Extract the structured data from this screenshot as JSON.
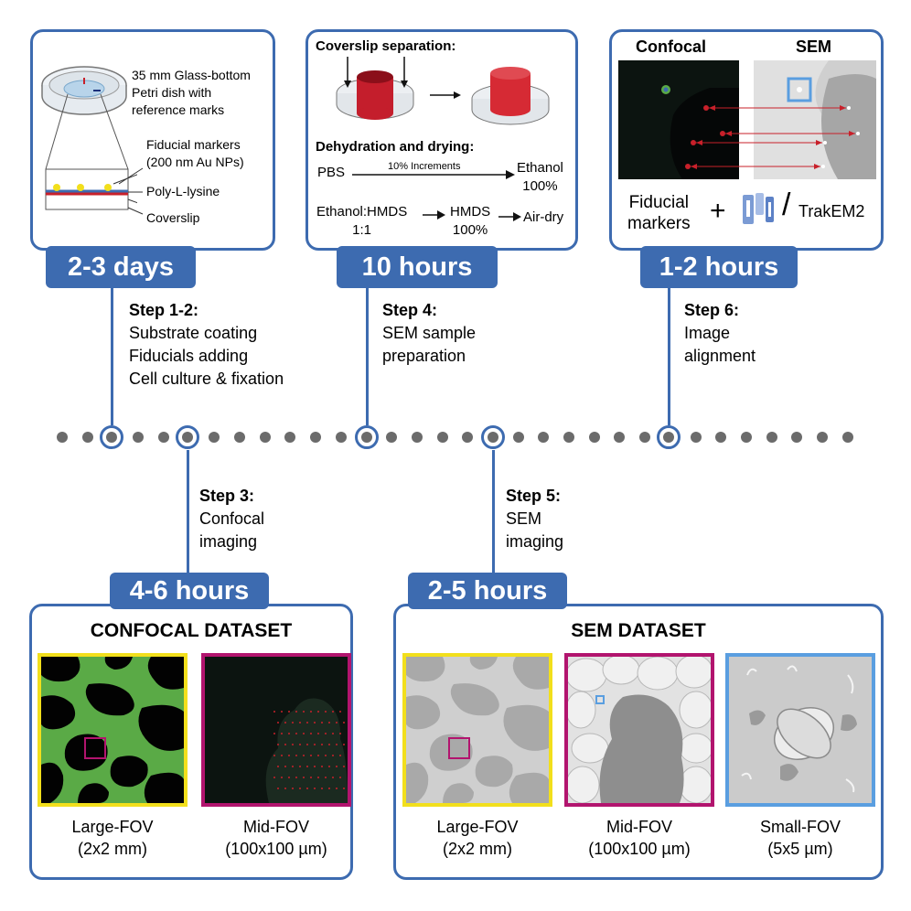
{
  "top_boxes": {
    "box1": {
      "dish_label": "35 mm Glass-bottom\nPetri dish with\nreference marks",
      "fiducial_label": "Fiducial markers\n(200 nm Au NPs)",
      "polylysine_label": "Poly-L-lysine",
      "coverslip_label": "Coverslip",
      "duration": "2-3 days"
    },
    "box2": {
      "separation_title": "Coverslip separation:",
      "dehydration_title": "Dehydration and drying:",
      "pbs": "PBS",
      "increments": "10% Increments",
      "ethanol": "Ethanol\n100%",
      "ethanol_hmds": "Ethanol:HMDS\n1:1",
      "hmds": "HMDS\n100%",
      "air_dry": "Air-dry",
      "duration": "10 hours"
    },
    "box3": {
      "confocal": "Confocal",
      "sem": "SEM",
      "fiducial_markers": "Fiducial\nmarkers",
      "plus": "+",
      "slash": "/",
      "trakem": "TrakEM2",
      "duration": "1-2 hours"
    }
  },
  "steps": {
    "step12": {
      "title": "Step 1-2:",
      "lines": "Substrate coating\nFiducials adding\nCell culture & fixation"
    },
    "step3": {
      "title": "Step 3:",
      "lines": "Confocal\nimaging"
    },
    "step4": {
      "title": "Step 4:",
      "lines": "SEM sample\npreparation"
    },
    "step5": {
      "title": "Step 5:",
      "lines": "SEM\nimaging"
    },
    "step6": {
      "title": "Step 6:",
      "lines": "Image\nalignment"
    }
  },
  "bottom_boxes": {
    "confocal": {
      "duration": "4-6 hours",
      "title": "CONFOCAL DATASET",
      "large_cap": "Large-FOV\n(2x2 mm)",
      "mid_cap": "Mid-FOV\n(100x100 µm)"
    },
    "sem": {
      "duration": "2-5 hours",
      "title": "SEM DATASET",
      "large_cap": "Large-FOV\n(2x2 mm)",
      "mid_cap": "Mid-FOV\n(100x100 µm)",
      "small_cap": "Small-FOV\n(5x5 µm)"
    }
  },
  "colors": {
    "accent_blue": "#3d6bb0",
    "confocal_green": "#5aaa46",
    "large_fov_frame": "#f2df1c",
    "mid_fov_frame": "#b2146e",
    "small_fov_frame": "#5a9ee0",
    "marker_red": "#c8202a"
  }
}
